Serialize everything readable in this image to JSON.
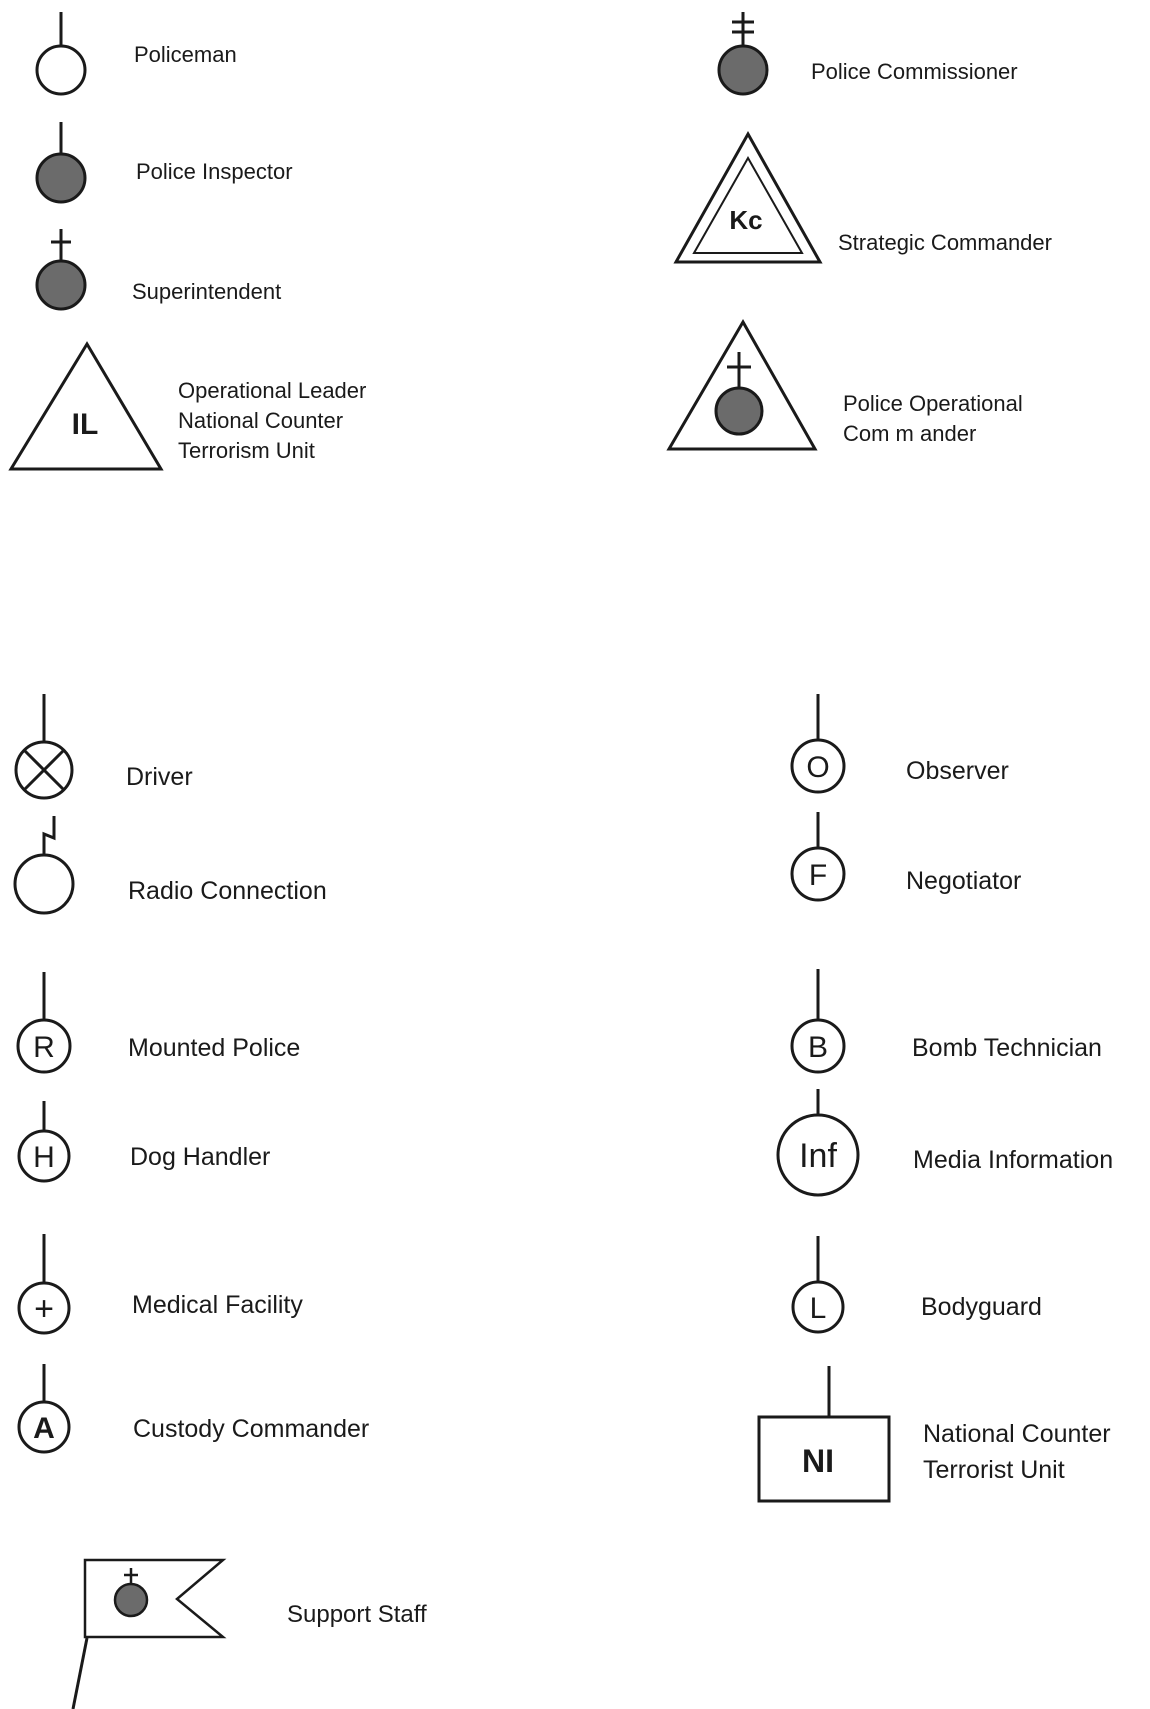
{
  "legend": {
    "policeman": {
      "label": "Policeman"
    },
    "police_inspector": {
      "label": "Police Inspector"
    },
    "superintendent": {
      "label": "Superintendent"
    },
    "operational_leader": {
      "symbol_text": "IL",
      "lines": [
        "Operational Leader",
        "National Counter",
        "Terrorism Unit"
      ]
    },
    "police_commissioner": {
      "label": "Police Commissioner"
    },
    "strategic_commander": {
      "symbol_text": "Kc",
      "label": "Strategic Commander"
    },
    "police_operational_commander": {
      "lines": [
        "Police Operational",
        "Com m ander"
      ]
    },
    "driver": {
      "label": "Driver"
    },
    "radio_connection": {
      "label": "Radio Connection"
    },
    "mounted_police": {
      "symbol_text": "R",
      "label": "Mounted Police"
    },
    "dog_handler": {
      "symbol_text": "H",
      "label": "Dog Handler"
    },
    "medical_facility": {
      "symbol_text": "+",
      "label": "Medical Facility"
    },
    "custody_commander": {
      "symbol_text": "A",
      "label": "Custody Commander"
    },
    "observer": {
      "symbol_text": "O",
      "label": "Observer"
    },
    "negotiator": {
      "symbol_text": "F",
      "label": "Negotiator"
    },
    "bomb_technician": {
      "symbol_text": "B",
      "label": "Bomb Technician"
    },
    "media_information": {
      "symbol_text": "Inf",
      "label": "Media Information"
    },
    "bodyguard": {
      "symbol_text": "L",
      "label": "Bodyguard"
    },
    "national_counter_terrorist_unit": {
      "symbol_text": "NI",
      "lines": [
        "National Counter",
        "Terrorist Unit"
      ]
    },
    "support_staff": {
      "label": "Support Staff"
    }
  },
  "colors": {
    "ink": "#1a1a1a",
    "fill": "#6b6b6b",
    "background": "#ffffff"
  }
}
